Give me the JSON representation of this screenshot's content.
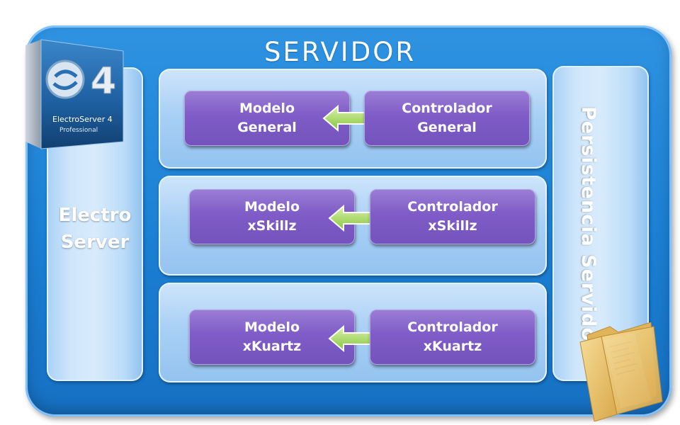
{
  "title": "SERVIDOR",
  "left_panel": {
    "line1": "Electro",
    "line2": "Server"
  },
  "right_panel": {
    "label": "Persistencia Servidor"
  },
  "modules": [
    {
      "model_line1": "Modelo",
      "model_line2": "General",
      "controller_line1": "Controlador",
      "controller_line2": "General"
    },
    {
      "model_line1": "Modelo",
      "model_line2": "xSkillz",
      "controller_line1": "Controlador",
      "controller_line2": "xSkillz"
    },
    {
      "model_line1": "Modelo",
      "model_line2": "xKuartz",
      "controller_line1": "Controlador",
      "controller_line2": "xKuartz"
    }
  ],
  "logo": {
    "text_main": "ElectroServer 4",
    "text_sub": "Professional",
    "number": "4"
  },
  "colors": {
    "outer": "#1b7fd3",
    "panel": "#cfe6fb",
    "box": "#7f5cc7",
    "arrow": "#9ad05a"
  }
}
